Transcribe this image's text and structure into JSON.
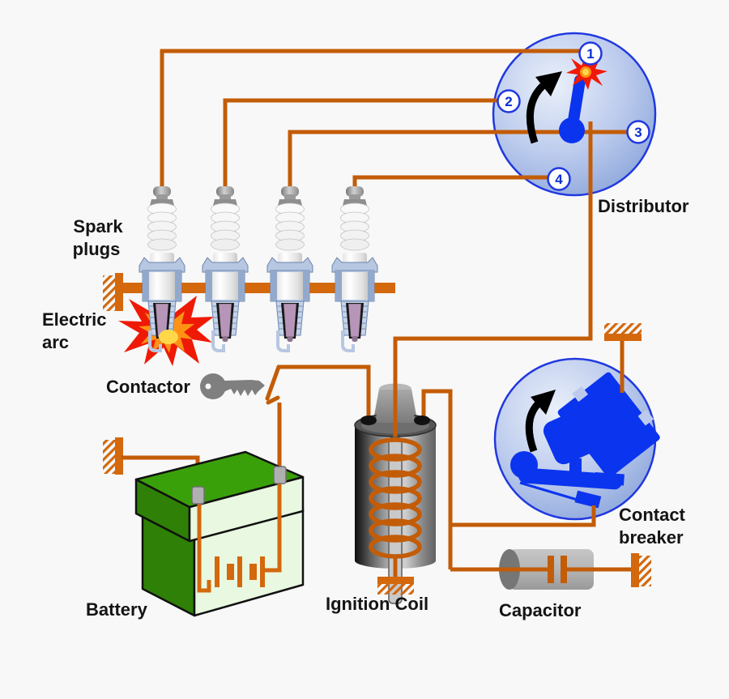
{
  "diagram": {
    "subject": "car ignition system",
    "labels": {
      "spark_plugs_line1": "Spark",
      "spark_plugs_line2": "plugs",
      "electric_arc_line1": "Electric",
      "electric_arc_line2": "arc",
      "contactor": "Contactor",
      "battery": "Battery",
      "ignition_coil": "Ignition Coil",
      "capacitor": "Capacitor",
      "contact_breaker_line1": "Contact",
      "contact_breaker_line2": "breaker",
      "distributor": "Distributor"
    },
    "distributor": {
      "terminals": [
        "1",
        "2",
        "3",
        "4"
      ]
    },
    "colors": {
      "background": "#f8f8f8",
      "wire_orange": "#c35c07",
      "block_orange": "#d3680d",
      "circle_border_blue": "#2038e0",
      "component_blue": "#0b34ee",
      "battery_green_top": "#3aa00a",
      "battery_green_side": "#2e8006",
      "battery_pale_green": "#e9f8e0",
      "spark_red": "#ef1a06",
      "spark_orange": "#ff9214",
      "spark_yellow": "#ffd84a",
      "metal_gray": "#808080",
      "label_text": "#141414"
    }
  }
}
